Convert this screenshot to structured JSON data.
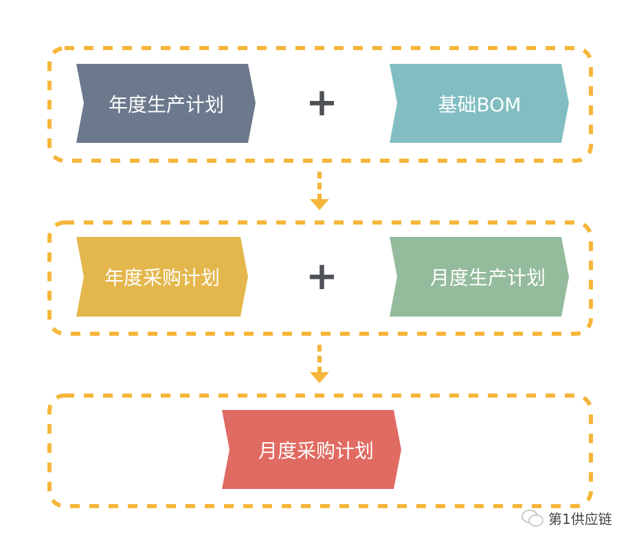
{
  "colors": {
    "dash": "#f5b63a",
    "slate": "#6c798c",
    "teal": "#82bec1",
    "gold": "#e4b74c",
    "sage": "#94bb9c",
    "red": "#e06b62",
    "plus": "#4f5257"
  },
  "rows": [
    {
      "left": "年度生产计划",
      "operator": "+",
      "right": "基础BOM"
    },
    {
      "left": "年度采购计划",
      "operator": "+",
      "right": "月度生产计划"
    },
    {
      "center": "月度采购计划"
    }
  ],
  "watermark": "第1供应链"
}
